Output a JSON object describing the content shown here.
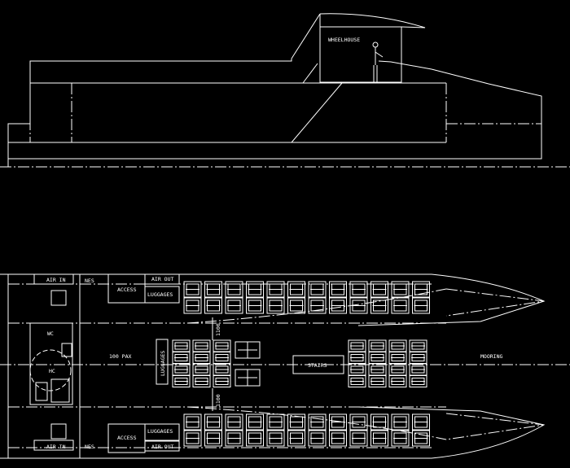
{
  "side_view": {
    "wheelhouse_label": "WHEELHOUSE"
  },
  "plan_view": {
    "air_in_top": "AIR IN",
    "air_in_bottom": "AIR IN",
    "nes_top": "NES",
    "nes_bottom": "NES",
    "access_top": "ACCESS",
    "access_bottom": "ACCESS",
    "air_out_top": "AIR OUT",
    "air_out_bottom": "AIR OUT",
    "luggages_top": "LUGGAGES",
    "luggages_bottom": "LUGGAGES",
    "luggages_center": "LUGGAGES",
    "wc_label": "WC",
    "hc_label": "HC",
    "pax_label": "100 PAX",
    "stairs_label": "STAIRS",
    "mooring_label": "MOORING",
    "dim_top": "1100",
    "dim_bottom": "1100"
  },
  "colors": {
    "background": "#000000",
    "lines": "#ffffff"
  }
}
